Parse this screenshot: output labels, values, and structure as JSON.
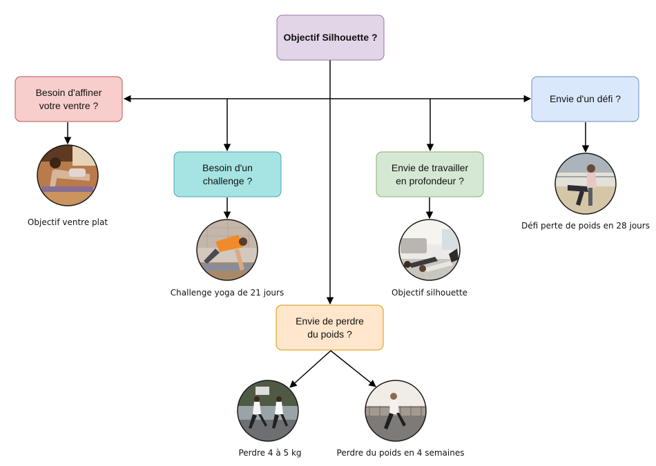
{
  "root": {
    "label": "Objectif Silhouette ?",
    "fill": "#e1d5e7",
    "stroke": "#9673a6"
  },
  "branches": [
    {
      "id": "affiner",
      "lines": [
        "Besoin d'affiner",
        "votre ventre ?"
      ],
      "fill": "#f8cecc",
      "stroke": "#b85450",
      "caption": "Objectif ventre plat",
      "photo": "woman-plank-photo"
    },
    {
      "id": "challenge",
      "lines": [
        "Besoin d'un",
        "challenge ?"
      ],
      "fill": "#a6e3e3",
      "stroke": "#4fa3b0",
      "caption": "Challenge yoga de 21 jours",
      "photo": "woman-yoga-photo"
    },
    {
      "id": "travailler",
      "lines": [
        "Envie de travailler",
        "en profondeur ?"
      ],
      "fill": "#d5e8d4",
      "stroke": "#82b366",
      "caption": "Objectif silhouette",
      "photo": "women-floor-exercise-photo"
    },
    {
      "id": "defi",
      "lines": [
        "Envie d'un défi ?"
      ],
      "fill": "#dae8fc",
      "stroke": "#6c8ebf",
      "caption": "Défi perte de poids en 28 jours",
      "photo": "woman-dips-photo"
    },
    {
      "id": "perdre",
      "lines": [
        "Envie de perdre",
        "du poids ?"
      ],
      "fill": "#ffe6cc",
      "stroke": "#d79b00"
    }
  ],
  "outcomes": [
    {
      "id": "kg",
      "caption": "Perdre 4 à 5 kg",
      "photo": "runners-photo"
    },
    {
      "id": "semaines",
      "caption": "Perdre du poids en 4 semaines",
      "photo": "woman-running-photo"
    }
  ],
  "colors": {
    "connector": "#000000",
    "photo_border": "#1a1a1a"
  }
}
